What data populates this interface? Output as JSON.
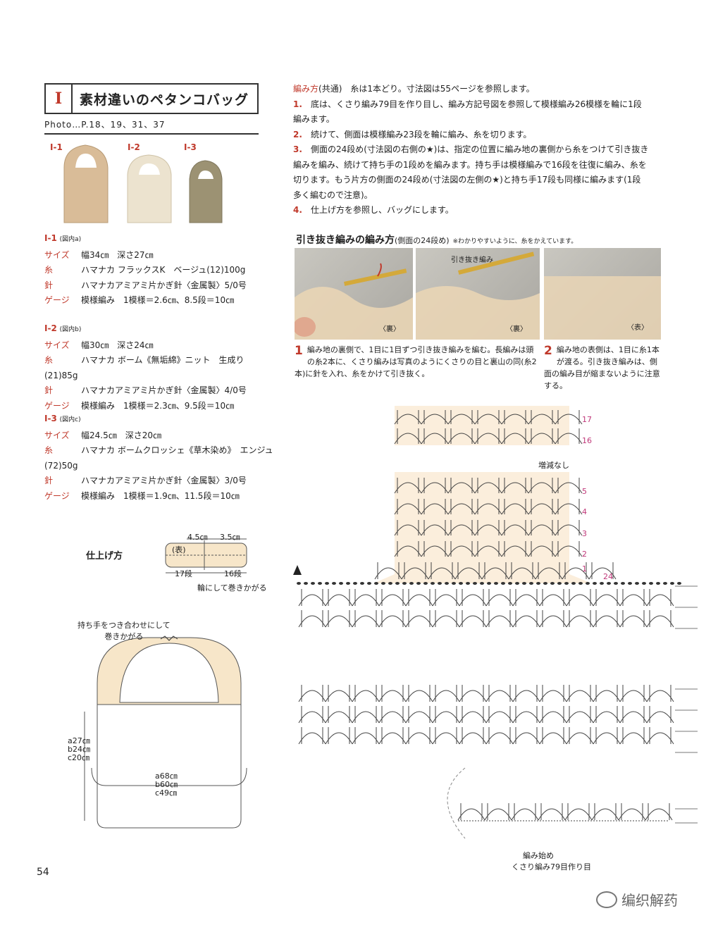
{
  "header": {
    "letter": "I",
    "title": "素材違いのペタンコバッグ",
    "photo_ref": "Photo…P.18、19、31、37"
  },
  "bag_photo": {
    "labels": [
      "I-1",
      "I-2",
      "I-3"
    ],
    "colors": [
      "#d9bc98",
      "#ece3cf",
      "#9c9273"
    ]
  },
  "variants": [
    {
      "label": "I-1",
      "note": "(図内a)",
      "size_key": "サイズ",
      "size": "幅34㎝　深さ27㎝",
      "yarn_key": "糸",
      "yarn": "ハマナカ フラックスK　ベージュ(12)100g",
      "hook_key": "針",
      "hook": "ハマナカアミアミ片かぎ針〈金属製〉5/0号",
      "gauge_key": "ゲージ",
      "gauge": "模様編み　1模様＝2.6㎝、8.5段＝10㎝"
    },
    {
      "label": "I-2",
      "note": "(図内b)",
      "size_key": "サイズ",
      "size": "幅30㎝　深さ24㎝",
      "yarn_key": "糸",
      "yarn": "ハマナカ ボーム《無垢綿》ニット　生成り(21)85g",
      "hook_key": "針",
      "hook": "ハマナカアミアミ片かぎ針〈金属製〉4/0号",
      "gauge_key": "ゲージ",
      "gauge": "模様編み　1模様＝2.3㎝、9.5段＝10㎝"
    },
    {
      "label": "I-3",
      "note": "(図内c)",
      "size_key": "サイズ",
      "size": "幅24.5㎝　深さ20㎝",
      "yarn_key": "糸",
      "yarn": "ハマナカ ボームクロッシェ《草木染め》　エンジュ(72)50g",
      "hook_key": "針",
      "hook": "ハマナカアミアミ片かぎ針〈金属製〉3/0号",
      "gauge_key": "ゲージ",
      "gauge": "模様編み　1模様＝1.9㎝、11.5段＝10㎝"
    }
  ],
  "finishing": {
    "title": "仕上げ方",
    "dim_a": "4.5㎝",
    "dim_b": "3.5㎝",
    "face": "(表)",
    "rows_a": "17段",
    "rows_b": "16段",
    "note_wrap": "輪にして巻きかがる",
    "note_handle": "持ち手をつき合わせにして\n巻きかがる",
    "height_lines": [
      "a27㎝",
      "b24㎝",
      "c20㎝"
    ],
    "width_lines": [
      "a68㎝",
      "b60㎝",
      "c49㎝"
    ]
  },
  "instructions": {
    "intro_label": "編み方",
    "intro_note": "(共通)",
    "intro_text": "糸は1本どり。寸法図は55ページを参照します。",
    "steps": [
      {
        "num": "1.",
        "text": "底は、くさり編み79目を作り目し、編み方記号図を参照して模様編み26模様を輪に1段編みます。"
      },
      {
        "num": "2.",
        "text": "続けて、側面は模様編み23段を輪に編み、糸を切ります。"
      },
      {
        "num": "3.",
        "text": "側面の24段め(寸法図の右側の★)は、指定の位置に編み地の裏側から糸をつけて引き抜き編みを編み、続けて持ち手の1段めを編みます。持ち手は模様編みで16段を往復に編み、糸を切ります。もう片方の側面の24段め(寸法図の左側の★)と持ち手17段も同様に編みます(1段多く編むので注意)。"
      },
      {
        "num": "4.",
        "text": "仕上げ方を参照し、バッグにします。"
      }
    ]
  },
  "howto": {
    "title": "引き抜き編みの編み方",
    "subtitle": "(側面の24段め)",
    "note": "※わかりやすいように、糸をかえています。",
    "photo_label_a": "〈裏〉",
    "photo_label_b": "〈裏〉",
    "photo_label_c": "〈表〉",
    "photo_tag": "引き抜き編み",
    "captions": [
      {
        "num": "1",
        "text": "編み地の裏側で、1目に1目ずつ引き抜き編みを編む。長編みは頭の糸2本に、くさり編みは写真のようにくさりの目と裏山の同(糸2本)に針を入れ、糸をかけて引き抜く。"
      },
      {
        "num": "2",
        "text": "編み地の表側は、1目に糸1本が渡る。引き抜き編みは、側面の編み目が縮まないように注意する。"
      }
    ]
  },
  "chart": {
    "row_labels": [
      "17",
      "16",
      "5",
      "4",
      "3",
      "2",
      "1"
    ],
    "row24": "24",
    "no_change": "増減なし",
    "start_label": "編み始め",
    "start_note": "くさり編み79目作り目"
  },
  "footer": {
    "page": "54",
    "watermark": "编织解药"
  }
}
